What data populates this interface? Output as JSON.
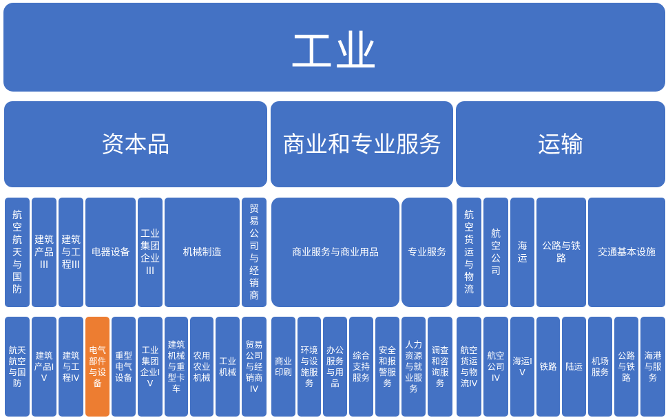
{
  "level1": {
    "title": "工业"
  },
  "level2": [
    {
      "label": "资本品"
    },
    {
      "label": "商业和专业服务"
    },
    {
      "label": "运输"
    }
  ],
  "level3": [
    {
      "label": "航空航天与国防"
    },
    {
      "label": "建筑产品III"
    },
    {
      "label": "建筑与工程III"
    },
    {
      "label": "电器设备"
    },
    {
      "label": "工业集团企业III"
    },
    {
      "label": "机械制造"
    },
    {
      "label": "贸易公司与经销商"
    },
    {
      "label": "商业服务与商业用品"
    },
    {
      "label": "专业服务"
    },
    {
      "label": "航空货运与物流"
    },
    {
      "label": "航空公司"
    },
    {
      "label": "海运"
    },
    {
      "label": "公路与铁路"
    },
    {
      "label": "交通基本设施"
    }
  ],
  "level4": [
    {
      "label": "航天航空与国防"
    },
    {
      "label": "建筑产品IV"
    },
    {
      "label": "建筑与工程IV"
    },
    {
      "label": "电气部件与设备",
      "highlighted": true
    },
    {
      "label": "重型电气设备"
    },
    {
      "label": "工业集团企业IV"
    },
    {
      "label": "建筑机械与重型卡车"
    },
    {
      "label": "农用农业机械"
    },
    {
      "label": "工业机械"
    },
    {
      "label": "贸易公司与经销商IV"
    },
    {
      "label": "商业印刷"
    },
    {
      "label": "环境与设施服务"
    },
    {
      "label": "办公服务与用品"
    },
    {
      "label": "综合支持服务"
    },
    {
      "label": "安全和报警服务"
    },
    {
      "label": "人力资源与就业服务"
    },
    {
      "label": "调查和咨询服务"
    },
    {
      "label": "航空货运与物流IV"
    },
    {
      "label": "航空公司IV"
    },
    {
      "label": "海运IV"
    },
    {
      "label": "铁路"
    },
    {
      "label": "陆运"
    },
    {
      "label": "机场服务"
    },
    {
      "label": "公路与铁路"
    },
    {
      "label": "海港与服务"
    }
  ],
  "colors": {
    "box": "#4472C4",
    "highlight": "#ED7D31",
    "text": "#FFFFFF"
  }
}
